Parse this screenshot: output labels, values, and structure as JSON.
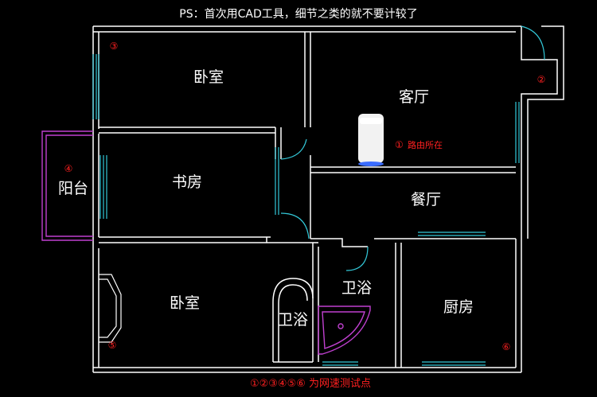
{
  "header": {
    "note": "PS：首次用CAD工具，细节之类的就不要计较了"
  },
  "rooms": {
    "bedroom_top": "卧室",
    "living": "客厅",
    "study": "书房",
    "balcony": "阳台",
    "dining": "餐厅",
    "bathroom_main": "卫浴",
    "bathroom_small": "卫浴",
    "bedroom_bottom": "卧室",
    "kitchen": "厨房"
  },
  "markers": {
    "m1": "①",
    "m2": "②",
    "m3": "③",
    "m4": "④",
    "m5": "⑤",
    "m6": "⑥"
  },
  "router_label": "路由所在",
  "footer": {
    "caption": "①②③④⑤⑥ 为网速测试点"
  },
  "colors": {
    "wall": "#ffffff",
    "window": "#33c8d8",
    "balcony": "#c040d0",
    "tub": "#c040d0",
    "annotation": "#ff2020"
  }
}
